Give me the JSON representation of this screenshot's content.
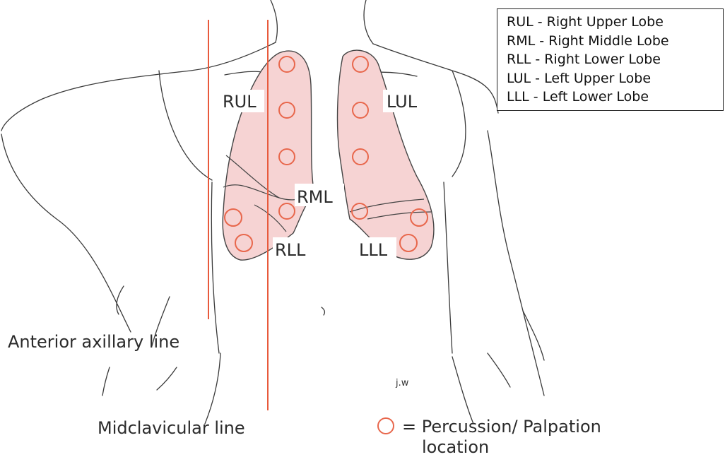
{
  "legend": {
    "rows": [
      "RUL - Right Upper Lobe",
      "RML - Right Middle Lobe",
      "RLL - Right Lower Lobe",
      "LUL - Left Upper Lobe",
      "LLL - Left Lower Lobe"
    ]
  },
  "lobe_labels": {
    "rul": "RUL",
    "lul": "LUL",
    "rml": "RML",
    "rll": "RLL",
    "lll": "LLL"
  },
  "lines": {
    "anterior_axillary": "Anterior axillary line",
    "midclavicular": "Midclavicular line"
  },
  "key": {
    "line1": "= Percussion/ Palpation",
    "line2": "location"
  },
  "signature": "j.w",
  "colors": {
    "lung_fill": "#f6d3d3",
    "reference_line": "#e85a3c",
    "marker": "#e8674c"
  }
}
